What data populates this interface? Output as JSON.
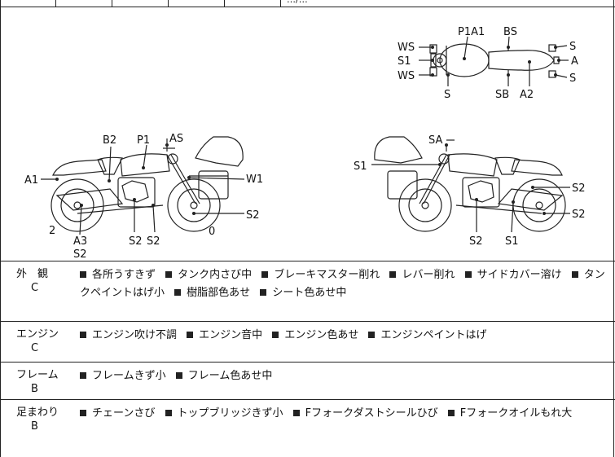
{
  "top_row_text": "…/…",
  "diagram": {
    "top_view": {
      "labels": [
        "WS",
        "S1",
        "WS",
        "P1A1",
        "BS",
        "S",
        "A",
        "S",
        "S",
        "SB",
        "A2"
      ]
    },
    "left_view": {
      "labels": [
        "B2",
        "P1",
        "AS",
        "A1",
        "W1",
        "2",
        "A3",
        "S2",
        "S2",
        "S2",
        "0",
        "S2"
      ]
    },
    "right_view": {
      "labels": [
        "SA",
        "S1",
        "S2",
        "S2",
        "S2",
        "S1"
      ]
    }
  },
  "conditions": [
    {
      "category": "外　観",
      "grade": "C",
      "items": [
        "各所うすきず",
        "タンク内さび中",
        "ブレーキマスター削れ",
        "レバー削れ",
        "サイドカバー溶け",
        "タンクペイントはげ小",
        "樹脂部色あせ",
        "シート色あせ中"
      ]
    },
    {
      "category": "エンジン",
      "grade": "C",
      "items": [
        "エンジン吹け不調",
        "エンジン音中",
        "エンジン色あせ",
        "エンジンペイントはげ"
      ]
    },
    {
      "category": "フレーム",
      "grade": "B",
      "items": [
        "フレームきず小",
        "フレーム色あせ中"
      ]
    },
    {
      "category": "足まわり",
      "grade": "B",
      "items": [
        "チェーンさび",
        "トップブリッジきず小",
        "Fフォークダストシールひび",
        "Fフォークオイルもれ大"
      ]
    }
  ]
}
